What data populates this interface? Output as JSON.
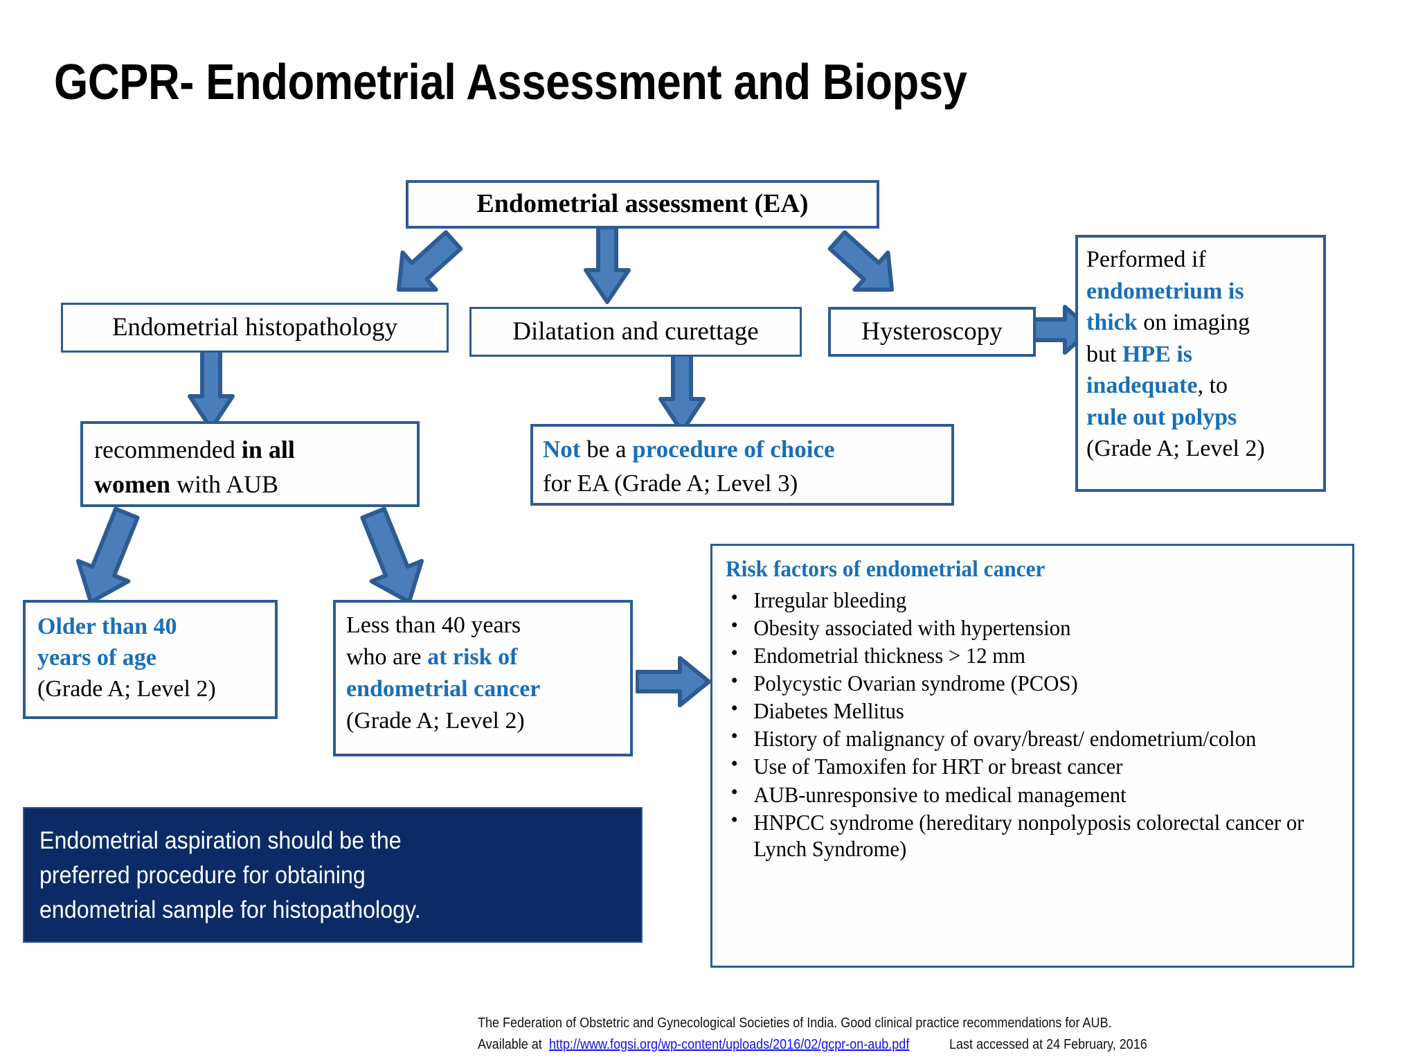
{
  "title": "GCPR- Endometrial Assessment and Biopsy",
  "colors": {
    "box_border": "#2E5B91",
    "accent_blue": "#1A6FB5",
    "arrow_fill": "#4A7EBB",
    "arrow_stroke": "#2E5B91",
    "navy_bg": "#0C2B66",
    "link": "#1010EE"
  },
  "nodes": {
    "root": {
      "label": "Endometrial assessment (EA)"
    },
    "histopathology": {
      "label": "Endometrial histopathology"
    },
    "dilatation": {
      "label": "Dilatation and curettage"
    },
    "hysteroscopy": {
      "label": "Hysteroscopy"
    },
    "hysteroscopy_note": {
      "line1_plain": "Performed if",
      "line2_blue": "endometrium is",
      "line3_blue": "thick",
      "line3_plain": " on imaging",
      "line4_plain": "but ",
      "line4_blue": "HPE is",
      "line5_blue": "inadequate",
      "line5_plain": ", to",
      "line6_blue": "rule out polyps",
      "line7_plain": "(Grade A; Level 2)"
    },
    "recommended": {
      "plain1": "recommended ",
      "bold1": "in all",
      "bold2": "women",
      "plain2": " with AUB"
    },
    "dc_note": {
      "blue1": "Not",
      "plain1": " be a ",
      "blue2": "procedure of choice",
      "plain2": "for EA (Grade A; Level 3)"
    },
    "older40": {
      "blue1": "Older than 40",
      "blue2": "years of age",
      "plain": "(Grade A; Level 2)"
    },
    "less40": {
      "plain1": "Less than 40 years",
      "plain2": "who are ",
      "blue1": "at risk of",
      "blue2": "endometrial cancer",
      "plain3": "(Grade A; Level 2)"
    }
  },
  "risk_panel": {
    "heading": "Risk factors of endometrial cancer",
    "items": [
      "Irregular bleeding",
      "Obesity associated with hypertension",
      "Endometrial thickness > 12 mm",
      "Polycystic Ovarian syndrome (PCOS)",
      "Diabetes Mellitus",
      "History of malignancy of ovary/breast/ endometrium/colon",
      "Use of Tamoxifen  for HRT or breast cancer",
      "AUB-unresponsive to medical management",
      "HNPCC syndrome (hereditary nonpolyposis colorectal cancer or Lynch Syndrome)"
    ]
  },
  "callout": {
    "line1": "Endometrial aspiration should be the",
    "line2": "preferred procedure for obtaining",
    "line3": "endometrial sample for histopathology."
  },
  "footer": {
    "line1": "The Federation of  Obstetric and Gynecological Societies of India. Good clinical practice recommendations for AUB.",
    "line2_pre": "Available at ",
    "link": "http://www.fogsi.org/wp-content/uploads/2016/02/gcpr-on-aub.pdf",
    "line2_post": "  Last accessed at 24 February, 2016"
  }
}
